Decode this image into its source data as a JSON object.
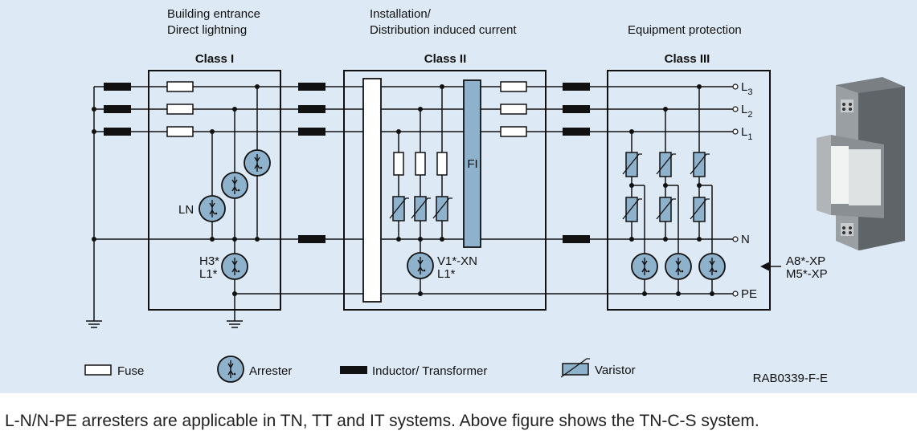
{
  "headings": {
    "class1_line1": "Building entrance",
    "class1_line2": "Direct lightning",
    "class2_line1": "Installation/",
    "class2_line2": "Distribution induced current",
    "class3_line1": "Equipment protection"
  },
  "classes": {
    "class1": "Class I",
    "class2": "Class II",
    "class3": "Class III"
  },
  "terminals": {
    "l3": "L",
    "l3_sub": "3",
    "l2": "L",
    "l2_sub": "2",
    "l1": "L",
    "l1_sub": "1",
    "n": "N",
    "pe": "PE"
  },
  "component_labels": {
    "ln": "LN",
    "h3": "H3*",
    "l1star_a": "L1*",
    "v1xn": "V1*-XN",
    "l1star_b": "L1*",
    "fi": "FI",
    "a8xp": "A8*-XP",
    "m5xp": "M5*-XP"
  },
  "legend": {
    "fuse": "Fuse",
    "arrester": "Arrester",
    "inductor": "Inductor/ Transformer",
    "varistor": "Varistor"
  },
  "figure_code": "RAB0339-F-E",
  "caption": "L-N/N-PE arresters are applicable in TN, TT and IT systems. Above figure shows the TN-C-S system.",
  "colors": {
    "panel": "#dde9f4",
    "component_fill": "#8fb2cc",
    "line": "#111111",
    "device_body": "#8c9094"
  }
}
